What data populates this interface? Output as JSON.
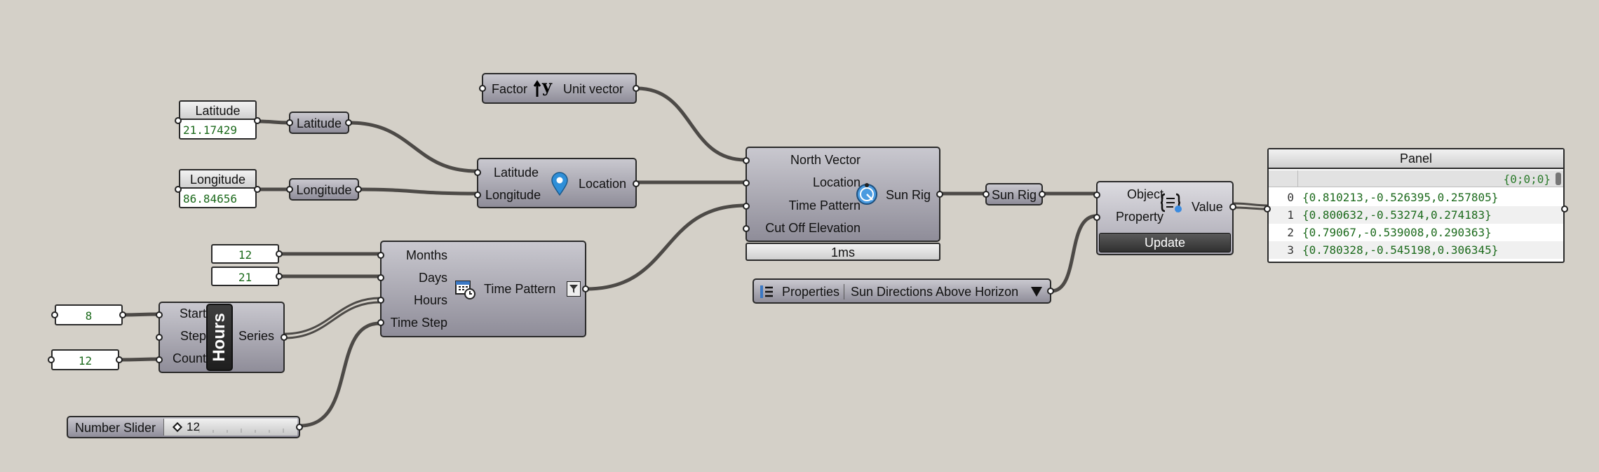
{
  "unit_vector": {
    "input": "Factor",
    "output": "Unit vector",
    "icon": "unit-y-icon",
    "icon_text": "y"
  },
  "latitude_panel": {
    "title": "Latitude",
    "value": "21.17429"
  },
  "latitude_param": {
    "label": "Latitude"
  },
  "longitude_panel": {
    "title": "Longitude",
    "value": "86.84656"
  },
  "longitude_param": {
    "label": "Longitude"
  },
  "location": {
    "inputs": [
      "Latitude",
      "Longitude"
    ],
    "output": "Location",
    "icon": "location-pin-icon"
  },
  "sun_rig": {
    "inputs": [
      "North Vector",
      "Location",
      "Time Pattern",
      "Cut Off Elevation"
    ],
    "output": "Sun Rig",
    "timing": "1ms",
    "icon": "sun-rig-icon"
  },
  "sun_rig_param": {
    "label": "Sun Rig"
  },
  "properties": {
    "label": "Properties",
    "value": "Sun Directions Above Horizon"
  },
  "get_value": {
    "inputs": [
      "Object",
      "Property"
    ],
    "output": "Value",
    "update_label": "Update",
    "icon": "value-icon"
  },
  "result_panel": {
    "title": "Panel",
    "path": "{0;0;0}",
    "rows": [
      {
        "index": "0",
        "value": "{0.810213,-0.526395,0.257805}"
      },
      {
        "index": "1",
        "value": "{0.800632,-0.53274,0.274183}"
      },
      {
        "index": "2",
        "value": "{0.79067,-0.539008,0.290363}"
      },
      {
        "index": "3",
        "value": "{0.780328,-0.545198,0.306345}"
      }
    ]
  },
  "months_value": "12",
  "days_value": "21",
  "time_pattern": {
    "inputs": [
      "Months",
      "Days",
      "Hours",
      "Time Step"
    ],
    "output": "Time Pattern",
    "icon": "calendar-clock-icon"
  },
  "series_start": "8",
  "series_count": "12",
  "hours_series": {
    "inputs": [
      "Start",
      "Step",
      "Count"
    ],
    "output": "Series",
    "nickname": "Hours"
  },
  "slider": {
    "label": "Number Slider",
    "value": "12"
  },
  "colors": {
    "wire": "#4d4a47",
    "canvas": "#d4d0c8",
    "value_text": "#1c6a1c"
  }
}
